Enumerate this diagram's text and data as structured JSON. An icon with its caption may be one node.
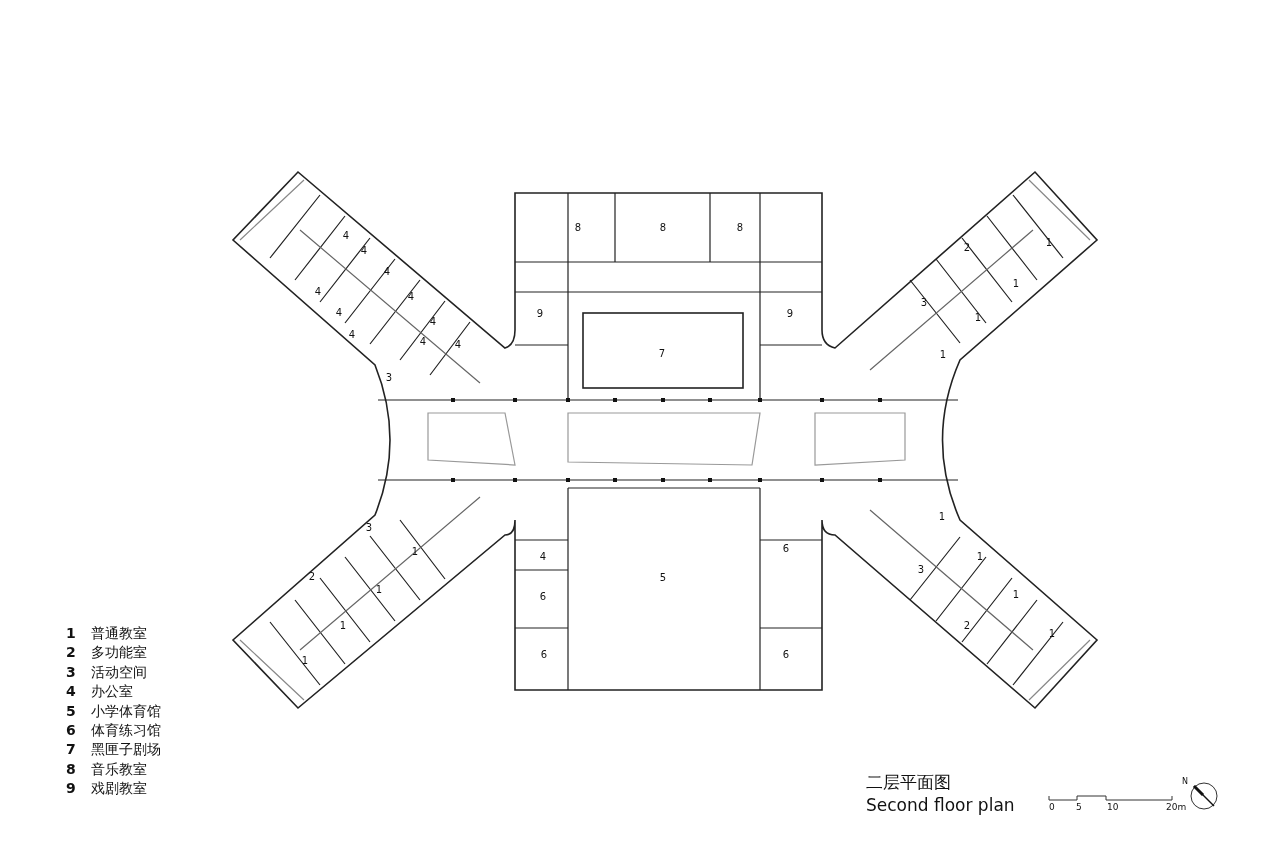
{
  "diagram": {
    "title": "二层平面图",
    "caption": "Second floor plan",
    "labels": [
      "8",
      "8",
      "8",
      "4",
      "1",
      "4",
      "2",
      "4",
      "1",
      "4",
      "4",
      "3",
      "4",
      "9",
      "9",
      "1",
      "4",
      "4",
      "4",
      "4",
      "7",
      "1",
      "3",
      "1",
      "3",
      "1",
      "6",
      "4",
      "1",
      "3",
      "2",
      "5",
      "1",
      "6",
      "1",
      "1",
      "2",
      "1",
      "6",
      "6",
      "1",
      "1",
      "普通教室",
      "2",
      "多功能室",
      "3",
      "活动空间",
      "4",
      "办公室",
      "5",
      "小学体育馆",
      "6",
      "体育练习馆",
      "7",
      "黑匣子剧场",
      "8",
      "音乐教室",
      "9",
      "戏剧教室",
      "0",
      "5",
      "10",
      "20m",
      "N"
    ]
  }
}
